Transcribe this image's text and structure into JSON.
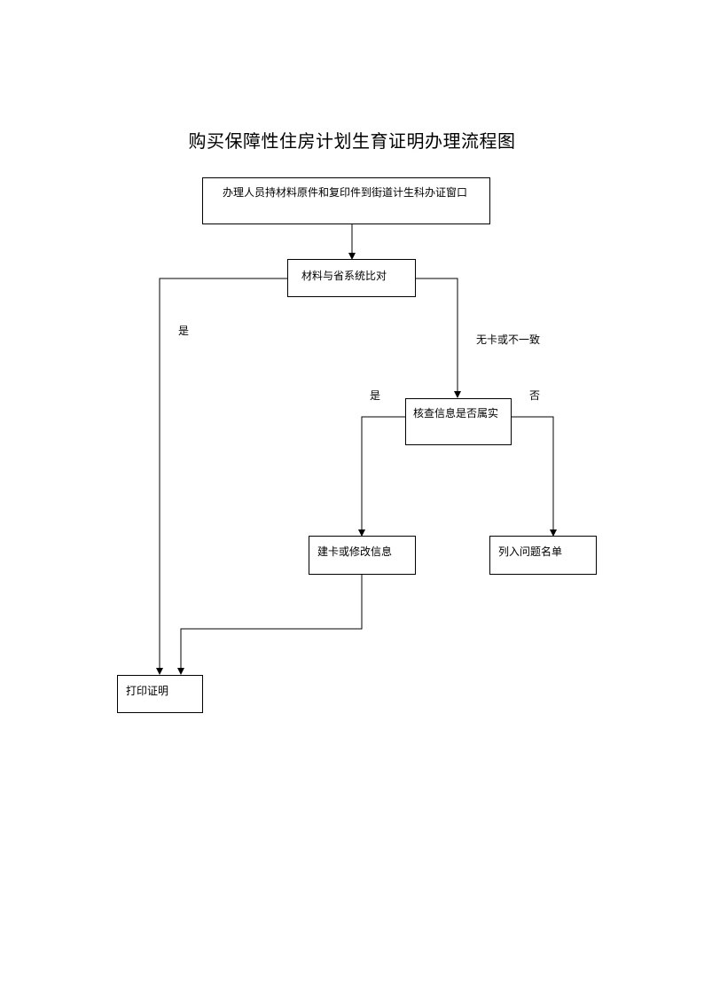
{
  "title": "购买保障性住房计划生育证明办理流程图",
  "nodes": {
    "start": "办理人员持材料原件和复印件到街道计生科办证窗口",
    "compare": "材料与省系统比对",
    "verify": "核查信息是否属实",
    "create": "建卡或修改信息",
    "problem": "列入问题名单",
    "print": "打印证明"
  },
  "edge_labels": {
    "compare_yes": "是",
    "compare_no": "无卡或不一致",
    "verify_yes": "是",
    "verify_no": "否"
  }
}
